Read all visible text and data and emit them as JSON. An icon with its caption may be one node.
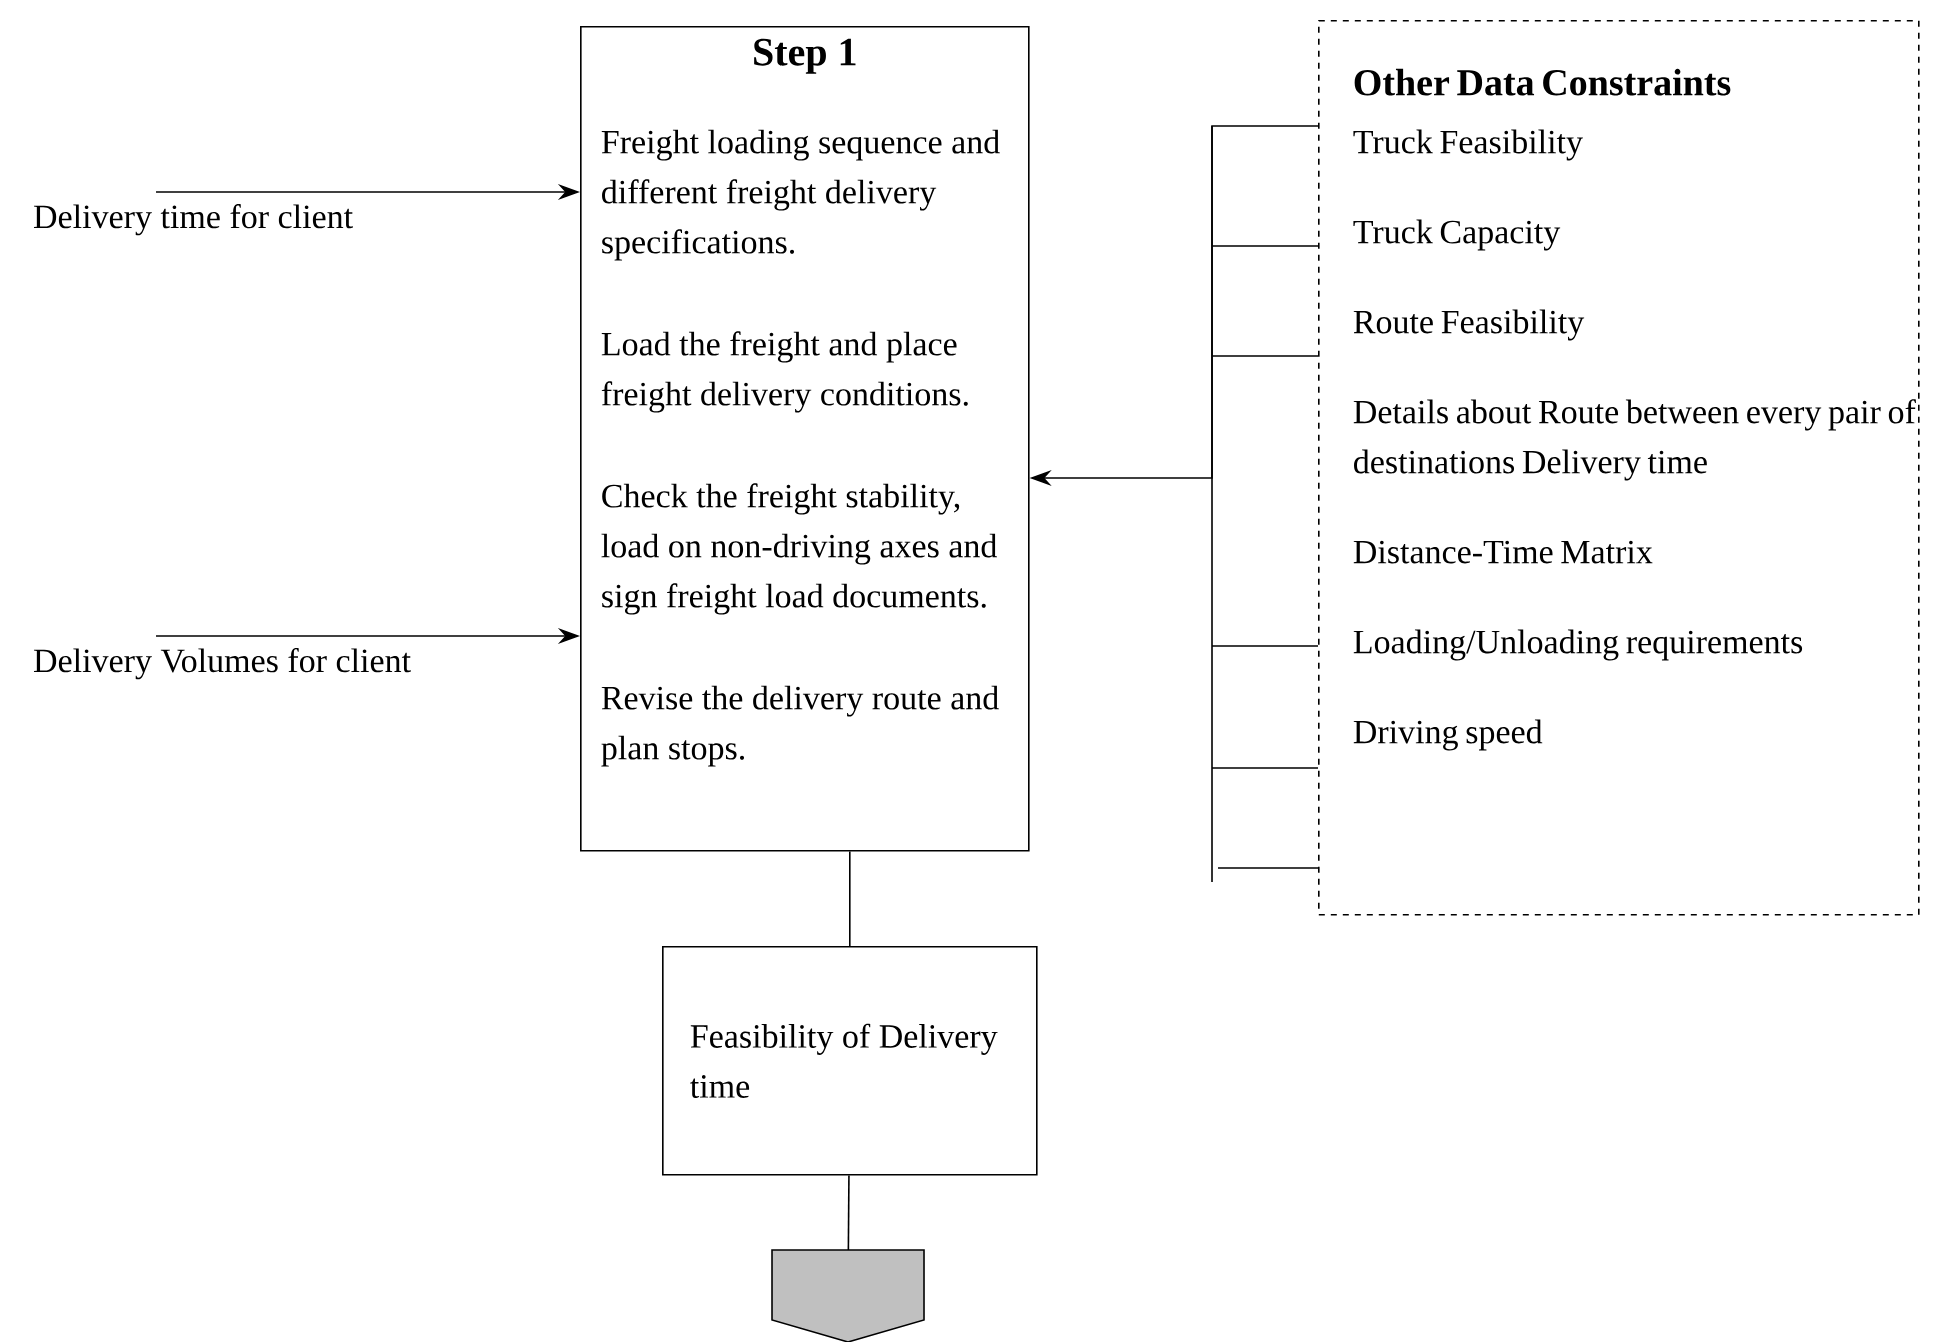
{
  "diagram": {
    "nodes": [
      {
        "text": [
          "Step 1",
          "Freight loading sequence and different freight delivery specifications.",
          "Load the freight and place freight delivery conditions.",
          "Check the freight stability, load on non-driving axes and sign freight load documents.",
          "Revise the delivery route and plan stops."
        ]
      },
      {
        "text": [
          "Delivery time for client"
        ]
      },
      {
        "text": [
          "Delivery Volumes for client"
        ]
      },
      {
        "text": [
          "Other Data Constraints",
          "Truck Feasibility",
          "Truck Capacity",
          "Route Feasibility",
          "Details about Route between every pair of destinations Delivery time",
          "Distance-Time Matrix",
          "Loading/Unloading requirements",
          "Driving speed"
        ]
      },
      {
        "text": [
          "Feasibility of Delivery time"
        ]
      },
      {
        "text": [],
        "shape": "pentagon"
      }
    ],
    "edges": [
      {
        "from": 1,
        "to": 0,
        "arrow": "to"
      },
      {
        "from": 2,
        "to": 0,
        "arrow": "to"
      },
      {
        "from": 3,
        "to": 0,
        "arrow": "to"
      },
      {
        "from": 0,
        "to": 4,
        "arrow": "none"
      },
      {
        "from": 4,
        "to": 5,
        "arrow": "none"
      }
    ]
  }
}
